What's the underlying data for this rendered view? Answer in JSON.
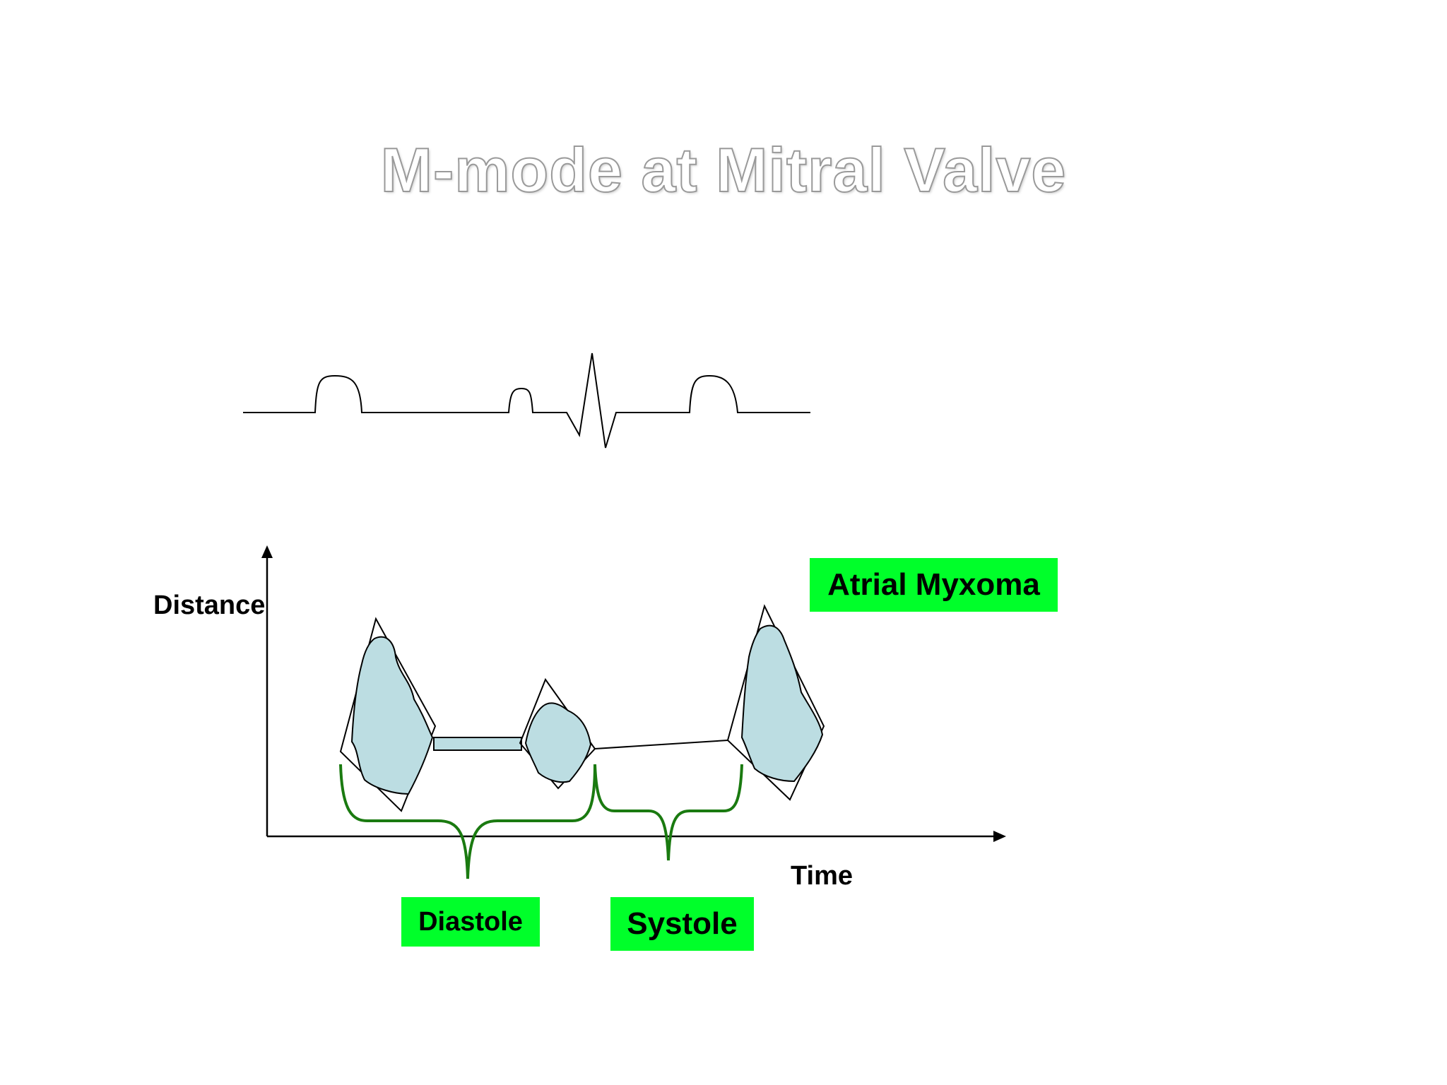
{
  "title": "M-mode at Mitral Valve",
  "axes": {
    "y_label": "Distance",
    "x_label": "Time"
  },
  "labels": {
    "condition": "Atrial Myxoma",
    "diastole": "Diastole",
    "systole": "Systole"
  },
  "colors": {
    "label_background": "#00ff2a",
    "brace_color": "#1a7a10",
    "myxoma_fill": "#bcdde2",
    "title_outline": "#9a9a9a"
  }
}
